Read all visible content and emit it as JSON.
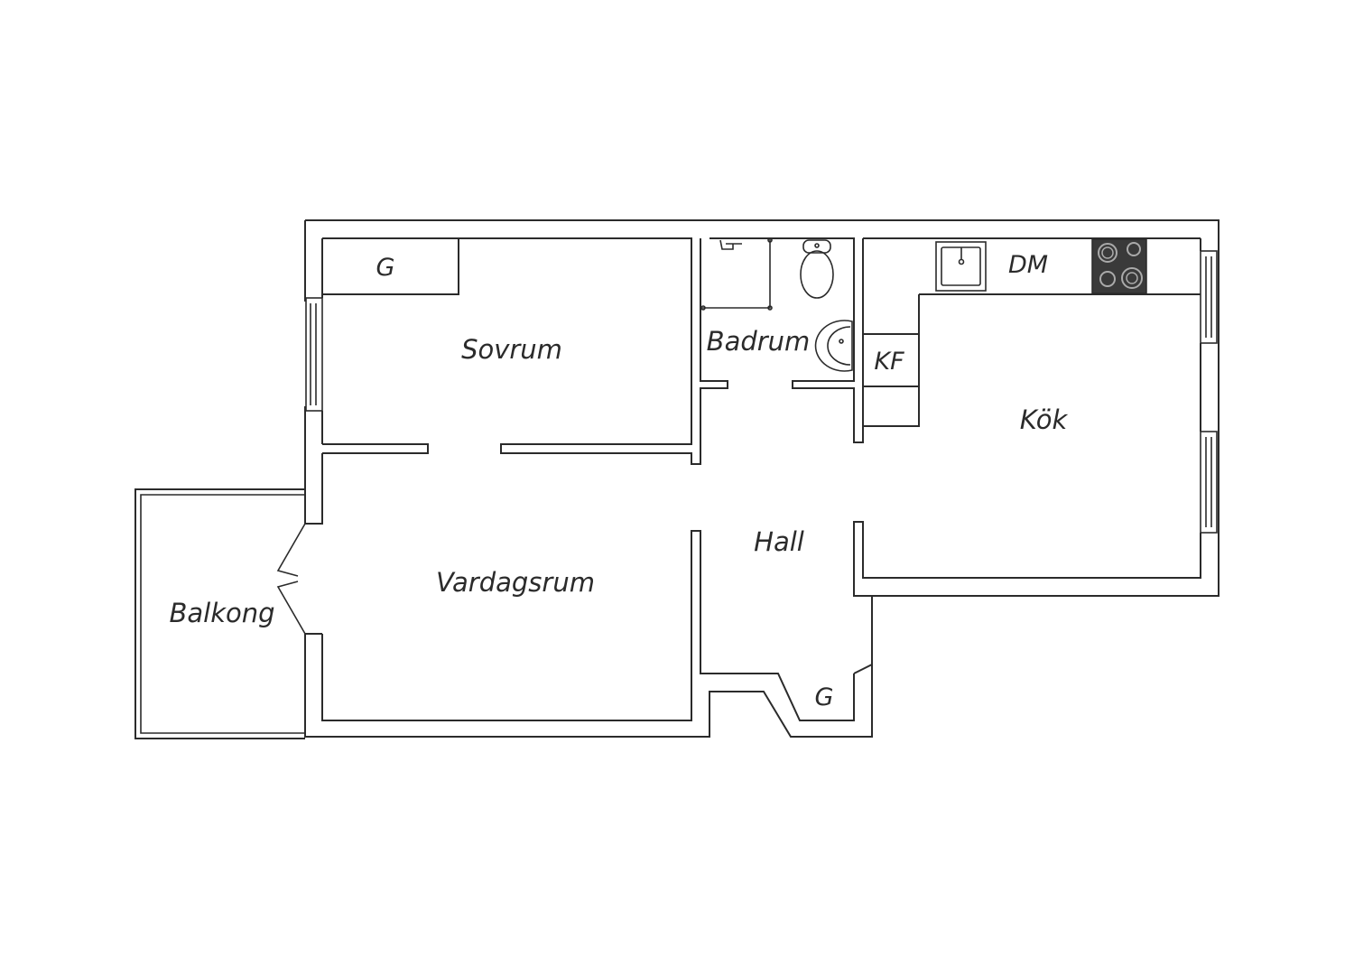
{
  "floorplan": {
    "rooms": {
      "sovrum": "Sovrum",
      "badrum": "Badrum",
      "kok": "Kök",
      "hall": "Hall",
      "vardagsrum": "Vardagsrum",
      "balkong": "Balkong"
    },
    "labels": {
      "garderob_sovrum": "G",
      "garderob_hall": "G",
      "diskmaskin": "DM",
      "kyl_frys": "KF"
    },
    "colors": {
      "line": "#2b2b2b",
      "hob": "#3a3a3a",
      "background": "#ffffff"
    }
  }
}
